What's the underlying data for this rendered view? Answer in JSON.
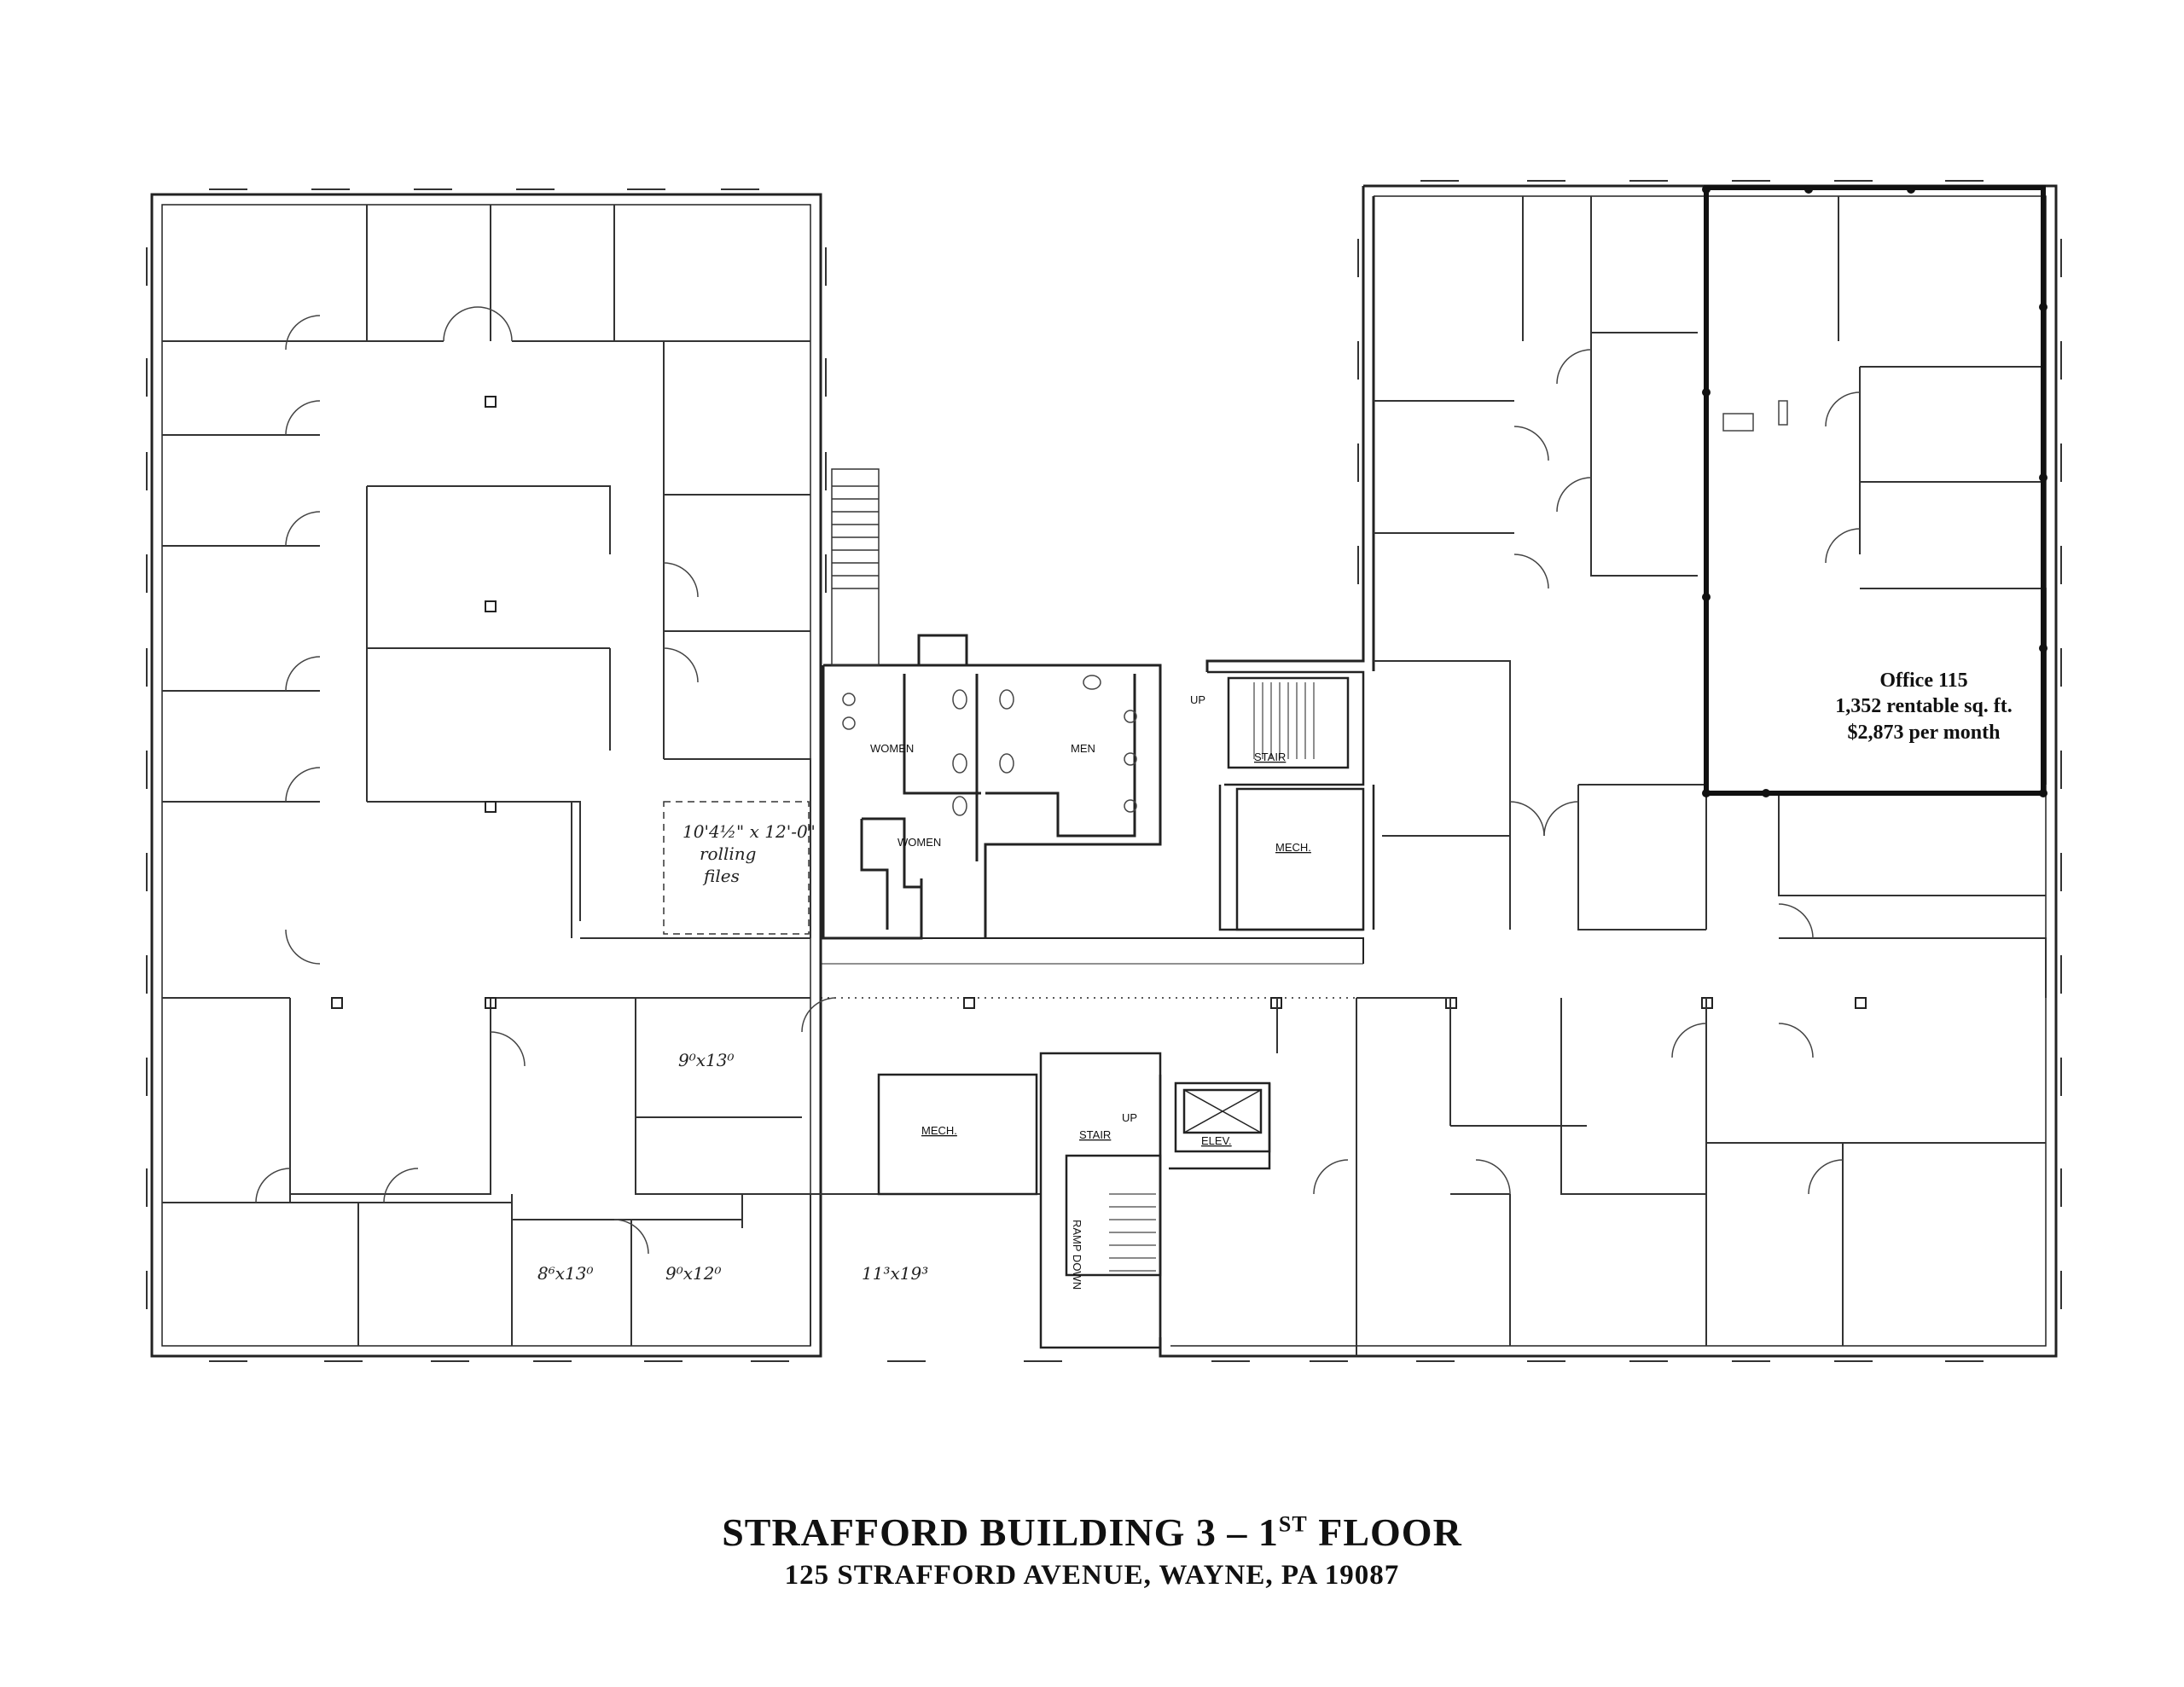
{
  "labels": {
    "women_1": "WOMEN",
    "women_2": "WOMEN",
    "men": "MEN",
    "up_1": "UP",
    "up_2": "UP",
    "stair_1": "STAIR",
    "stair_2": "STAIR",
    "mech_1": "MECH.",
    "mech_2": "MECH.",
    "elev": "ELEV.",
    "ramp_down": "RAMP DOWN"
  },
  "dimensions": {
    "rolling_files_size": "10'4½\" x 12'-0\"",
    "rolling_files_l1": "rolling",
    "rolling_files_l2": "files",
    "room_a": "9⁰x13⁰",
    "room_b": "8⁶x13⁰",
    "room_c": "9⁰x12⁰",
    "room_d": "11³x19³"
  },
  "office": {
    "name": "Office 115",
    "area": "1,352 rentable sq. ft.",
    "rent": "$2,873 per month"
  },
  "title": {
    "main_prefix": "STRAFFORD BUILDING 3 – 1",
    "main_sup": "ST",
    "main_suffix": " FLOOR",
    "address": "125 STRAFFORD AVENUE, WAYNE, PA 19087"
  }
}
